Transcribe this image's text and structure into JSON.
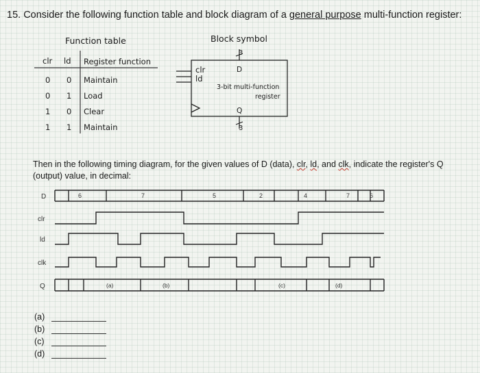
{
  "question": {
    "number": "15.",
    "text_before": "Consider the following function table and block diagram of a ",
    "underlined": "general purpose",
    "text_after": " multi-function register:"
  },
  "function_table": {
    "title": "Function table",
    "headers": [
      "clr",
      "ld",
      "Register function"
    ],
    "rows": [
      [
        "0",
        "0",
        "Maintain"
      ],
      [
        "0",
        "1",
        "Load"
      ],
      [
        "1",
        "0",
        "Clear"
      ],
      [
        "1",
        "1",
        "Maintain"
      ]
    ]
  },
  "block_symbol": {
    "title": "Block symbol",
    "bus_width_top": "3",
    "bus_width_bottom": "3",
    "input_clr": "clr",
    "input_ld": "ld",
    "input_d": "D",
    "output_q": "Q",
    "body_line1": "3-bit multi-function",
    "body_line2": "register"
  },
  "instructions": {
    "text1": "Then in the following timing diagram, for the given values of D (data), ",
    "clr": "clr",
    "comma1": ", ",
    "ld": "ld",
    "comma2": ", and ",
    "clk": "clk",
    "text2": ", indicate the register's Q (output) value, in decimal:"
  },
  "timing": {
    "signal_labels": {
      "d": "D",
      "clr": "clr",
      "ld": "ld",
      "clk": "clk",
      "q": "Q"
    },
    "d_values": [
      "6",
      "7",
      "5",
      "2",
      "4",
      "7",
      "6"
    ],
    "q_markers": [
      "(a)",
      "(b)",
      "(c)",
      "(d)"
    ]
  },
  "answers": {
    "labels": [
      "(a)",
      "(b)",
      "(c)",
      "(d)"
    ]
  }
}
